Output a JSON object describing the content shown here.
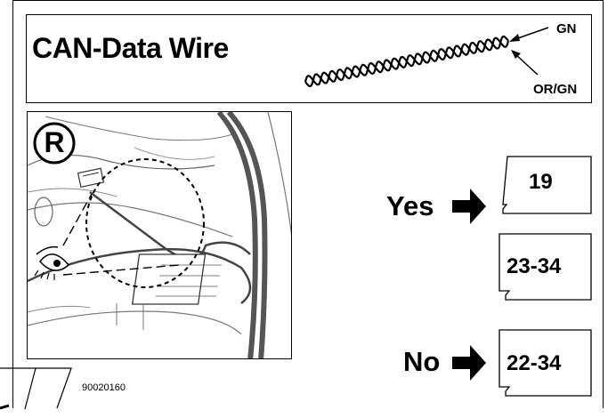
{
  "title": "CAN-Data Wire",
  "wire_labels": {
    "top": "GN",
    "bottom": "OR/GN"
  },
  "marker": "R",
  "branches": {
    "yes_label": "Yes",
    "no_label": "No",
    "yes_refs": [
      "19",
      "23-34"
    ],
    "no_refs": [
      "22-34"
    ]
  },
  "figure_number": "90020160"
}
